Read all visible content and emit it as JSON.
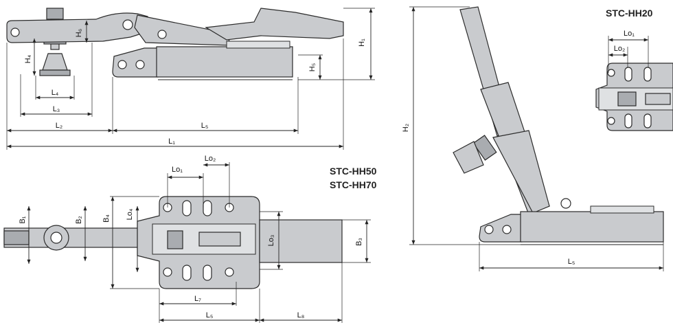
{
  "titles": {
    "hh20": "STC-HH20",
    "hh50": "STC-HH50",
    "hh70": "STC-HH70"
  },
  "dims": {
    "L1": "L₁",
    "L2": "L₂",
    "L3": "L₃",
    "L4": "L₄",
    "L5": "L₅",
    "L5b": "L₅",
    "L5c": "L₅",
    "L7": "L₇",
    "L8": "L₈",
    "H1": "H₁",
    "H2": "H₂",
    "H4": "H₄",
    "H5": "H₅",
    "H6": "H₆",
    "B1": "B₁",
    "B2": "B₂",
    "B3": "B₃",
    "B4": "B₄",
    "Lo1": "Lo₁",
    "Lo2": "Lo₂",
    "Lo3": "Lo₃",
    "Lo4": "Lo₄",
    "Lo1s": "Lo₁",
    "Lo2s": "Lo₂"
  },
  "colors": {
    "part": "#c9cbce",
    "line": "#222222"
  }
}
